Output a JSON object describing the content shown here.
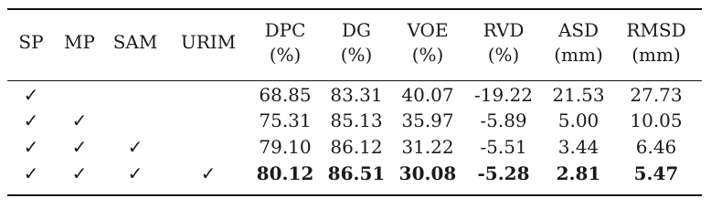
{
  "table": {
    "header": {
      "module_columns": [
        "SP",
        "MP",
        "SAM",
        "URIM"
      ],
      "metric_columns": [
        {
          "name": "DPC",
          "unit": "(%)"
        },
        {
          "name": "DG",
          "unit": "(%)"
        },
        {
          "name": "VOE",
          "unit": "(%)"
        },
        {
          "name": "RVD",
          "unit": "(%)"
        },
        {
          "name": "ASD",
          "unit": "(mm)"
        },
        {
          "name": "RMSD",
          "unit": "(mm)"
        }
      ]
    },
    "check_symbol": "✓",
    "rows": [
      {
        "checks": [
          true,
          false,
          false,
          false
        ],
        "values": [
          "68.85",
          "83.31",
          "40.07",
          "-19.22",
          "21.53",
          "27.73"
        ],
        "bold": false
      },
      {
        "checks": [
          true,
          true,
          false,
          false
        ],
        "values": [
          "75.31",
          "85.13",
          "35.97",
          "-5.89",
          "5.00",
          "10.05"
        ],
        "bold": false
      },
      {
        "checks": [
          true,
          true,
          true,
          false
        ],
        "values": [
          "79.10",
          "86.12",
          "31.22",
          "-5.51",
          "3.44",
          "6.46"
        ],
        "bold": false
      },
      {
        "checks": [
          true,
          true,
          true,
          true
        ],
        "values": [
          "80.12",
          "86.51",
          "30.08",
          "-5.28",
          "2.81",
          "5.47"
        ],
        "bold": true
      }
    ]
  }
}
